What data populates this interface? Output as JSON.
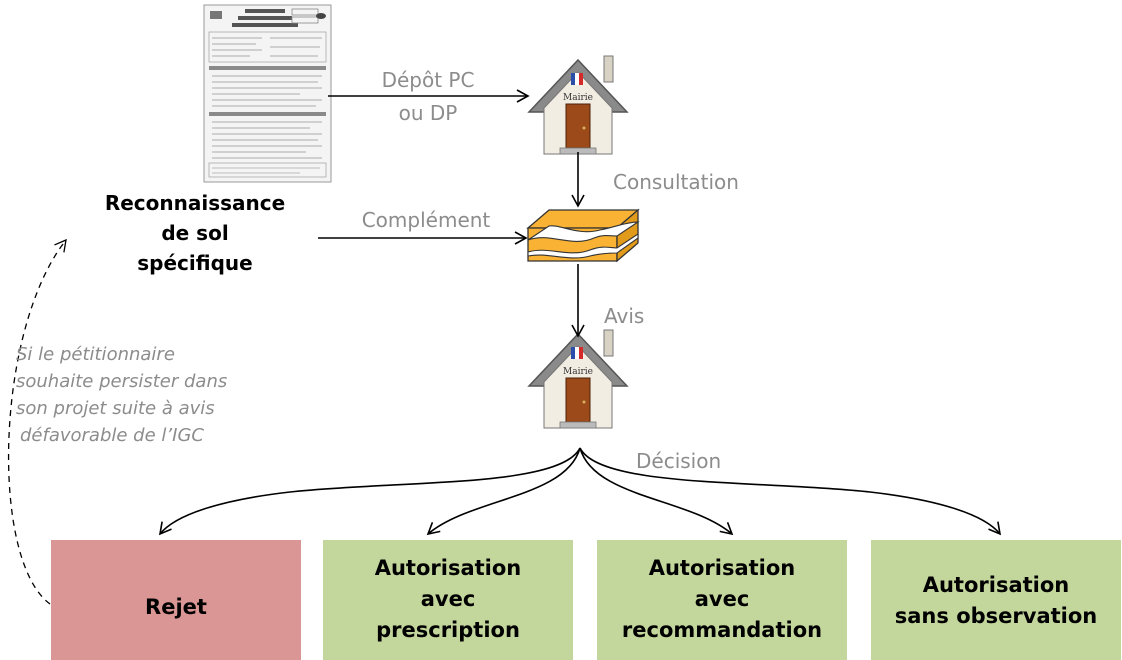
{
  "colors": {
    "reject": "#d99694",
    "authorize": "#c3d69b",
    "arrow": "#000000",
    "label": "#8c8c8c",
    "strata": "#f9b233"
  },
  "icons": {
    "form": "permit-form-icon",
    "town_hall_1": "mairie-house-icon",
    "soil": "soil-layers-icon",
    "town_hall_2": "mairie-house-icon"
  },
  "nodes": {
    "mairie_1": "Mairie",
    "mairie_2": "Mairie",
    "survey": [
      "Reconnaissance",
      "de sol",
      "spécifique"
    ]
  },
  "edges": {
    "deposit": [
      "Dépôt PC",
      "ou DP"
    ],
    "consultation": "Consultation",
    "complement": "Complément",
    "opinion": "Avis",
    "decision": "Décision"
  },
  "note": [
    "Si le pétitionnaire",
    "souhaite persister dans",
    "son projet suite à avis",
    "défavorable de l’IGC"
  ],
  "outcomes": [
    {
      "lines": [
        "Rejet"
      ]
    },
    {
      "lines": [
        "Autorisation",
        "avec",
        "prescription"
      ]
    },
    {
      "lines": [
        "Autorisation",
        "avec",
        "recommandation"
      ]
    },
    {
      "lines": [
        "Autorisation",
        "sans observation"
      ]
    }
  ]
}
